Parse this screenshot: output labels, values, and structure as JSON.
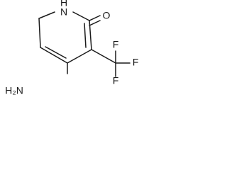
{
  "structure": {
    "atom_labels": {
      "ring_nitrogen_n": "N",
      "ring_nitrogen_h": "H",
      "carbonyl_oxygen": "O",
      "amino": "H₂N",
      "fluorine_top": "F",
      "fluorine_right": "F",
      "fluorine_bottom": "F"
    }
  }
}
